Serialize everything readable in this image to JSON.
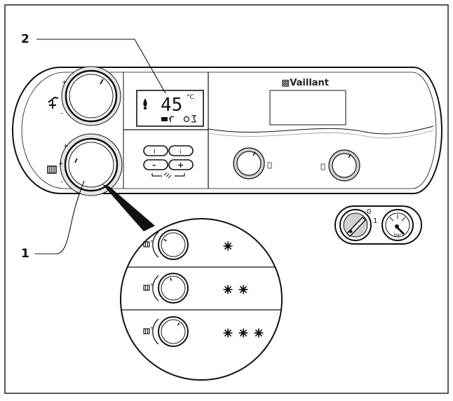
{
  "callouts": {
    "label_1": "1",
    "label_2": "2"
  },
  "brand": "▩Vaillant",
  "display": {
    "temperature": "45",
    "unit": "°C"
  },
  "keypad": {
    "key_service": "I",
    "key_info": "i",
    "key_minus": "–",
    "key_plus": "+"
  },
  "pressure_switch": {
    "pos0": "0",
    "pos1": "1"
  },
  "gauge": {
    "unit": "bar"
  },
  "knob_marks": {
    "plus": "+",
    "minus": "–"
  },
  "magnified_rows": [
    {
      "level": 1,
      "stars": 1
    },
    {
      "level": 2,
      "stars": 2
    },
    {
      "level": 3,
      "stars": 3
    }
  ],
  "colors": {
    "line": "#111111",
    "panel": "#ffffff",
    "shade": "#d8d8d8",
    "background": "#ffffff"
  }
}
